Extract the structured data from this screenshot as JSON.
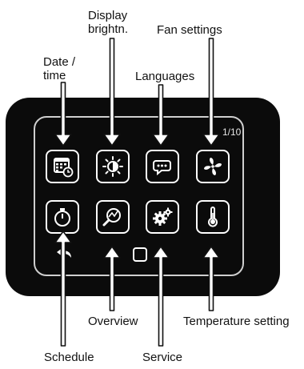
{
  "labels": {
    "display_brightness": [
      "Display",
      "brightn."
    ],
    "fan_settings": "Fan settings",
    "date_time": [
      "Date /",
      "time"
    ],
    "languages": "Languages",
    "overview": "Overview",
    "temperature_setting": "Temperature setting",
    "schedule": "Schedule",
    "service": "Service"
  },
  "screen": {
    "page_indicator": "1/10"
  },
  "icons": [
    "calendar-clock-icon",
    "brightness-icon",
    "speech-bubble-icon",
    "fan-icon",
    "timer-icon",
    "magnifier-chart-icon",
    "gears-icon",
    "thermometer-icon",
    "back-arrow-icon",
    "home-icon"
  ],
  "colors": {
    "panel": "#0b0b0b",
    "icon": "#ffffff",
    "text": "#111111"
  }
}
